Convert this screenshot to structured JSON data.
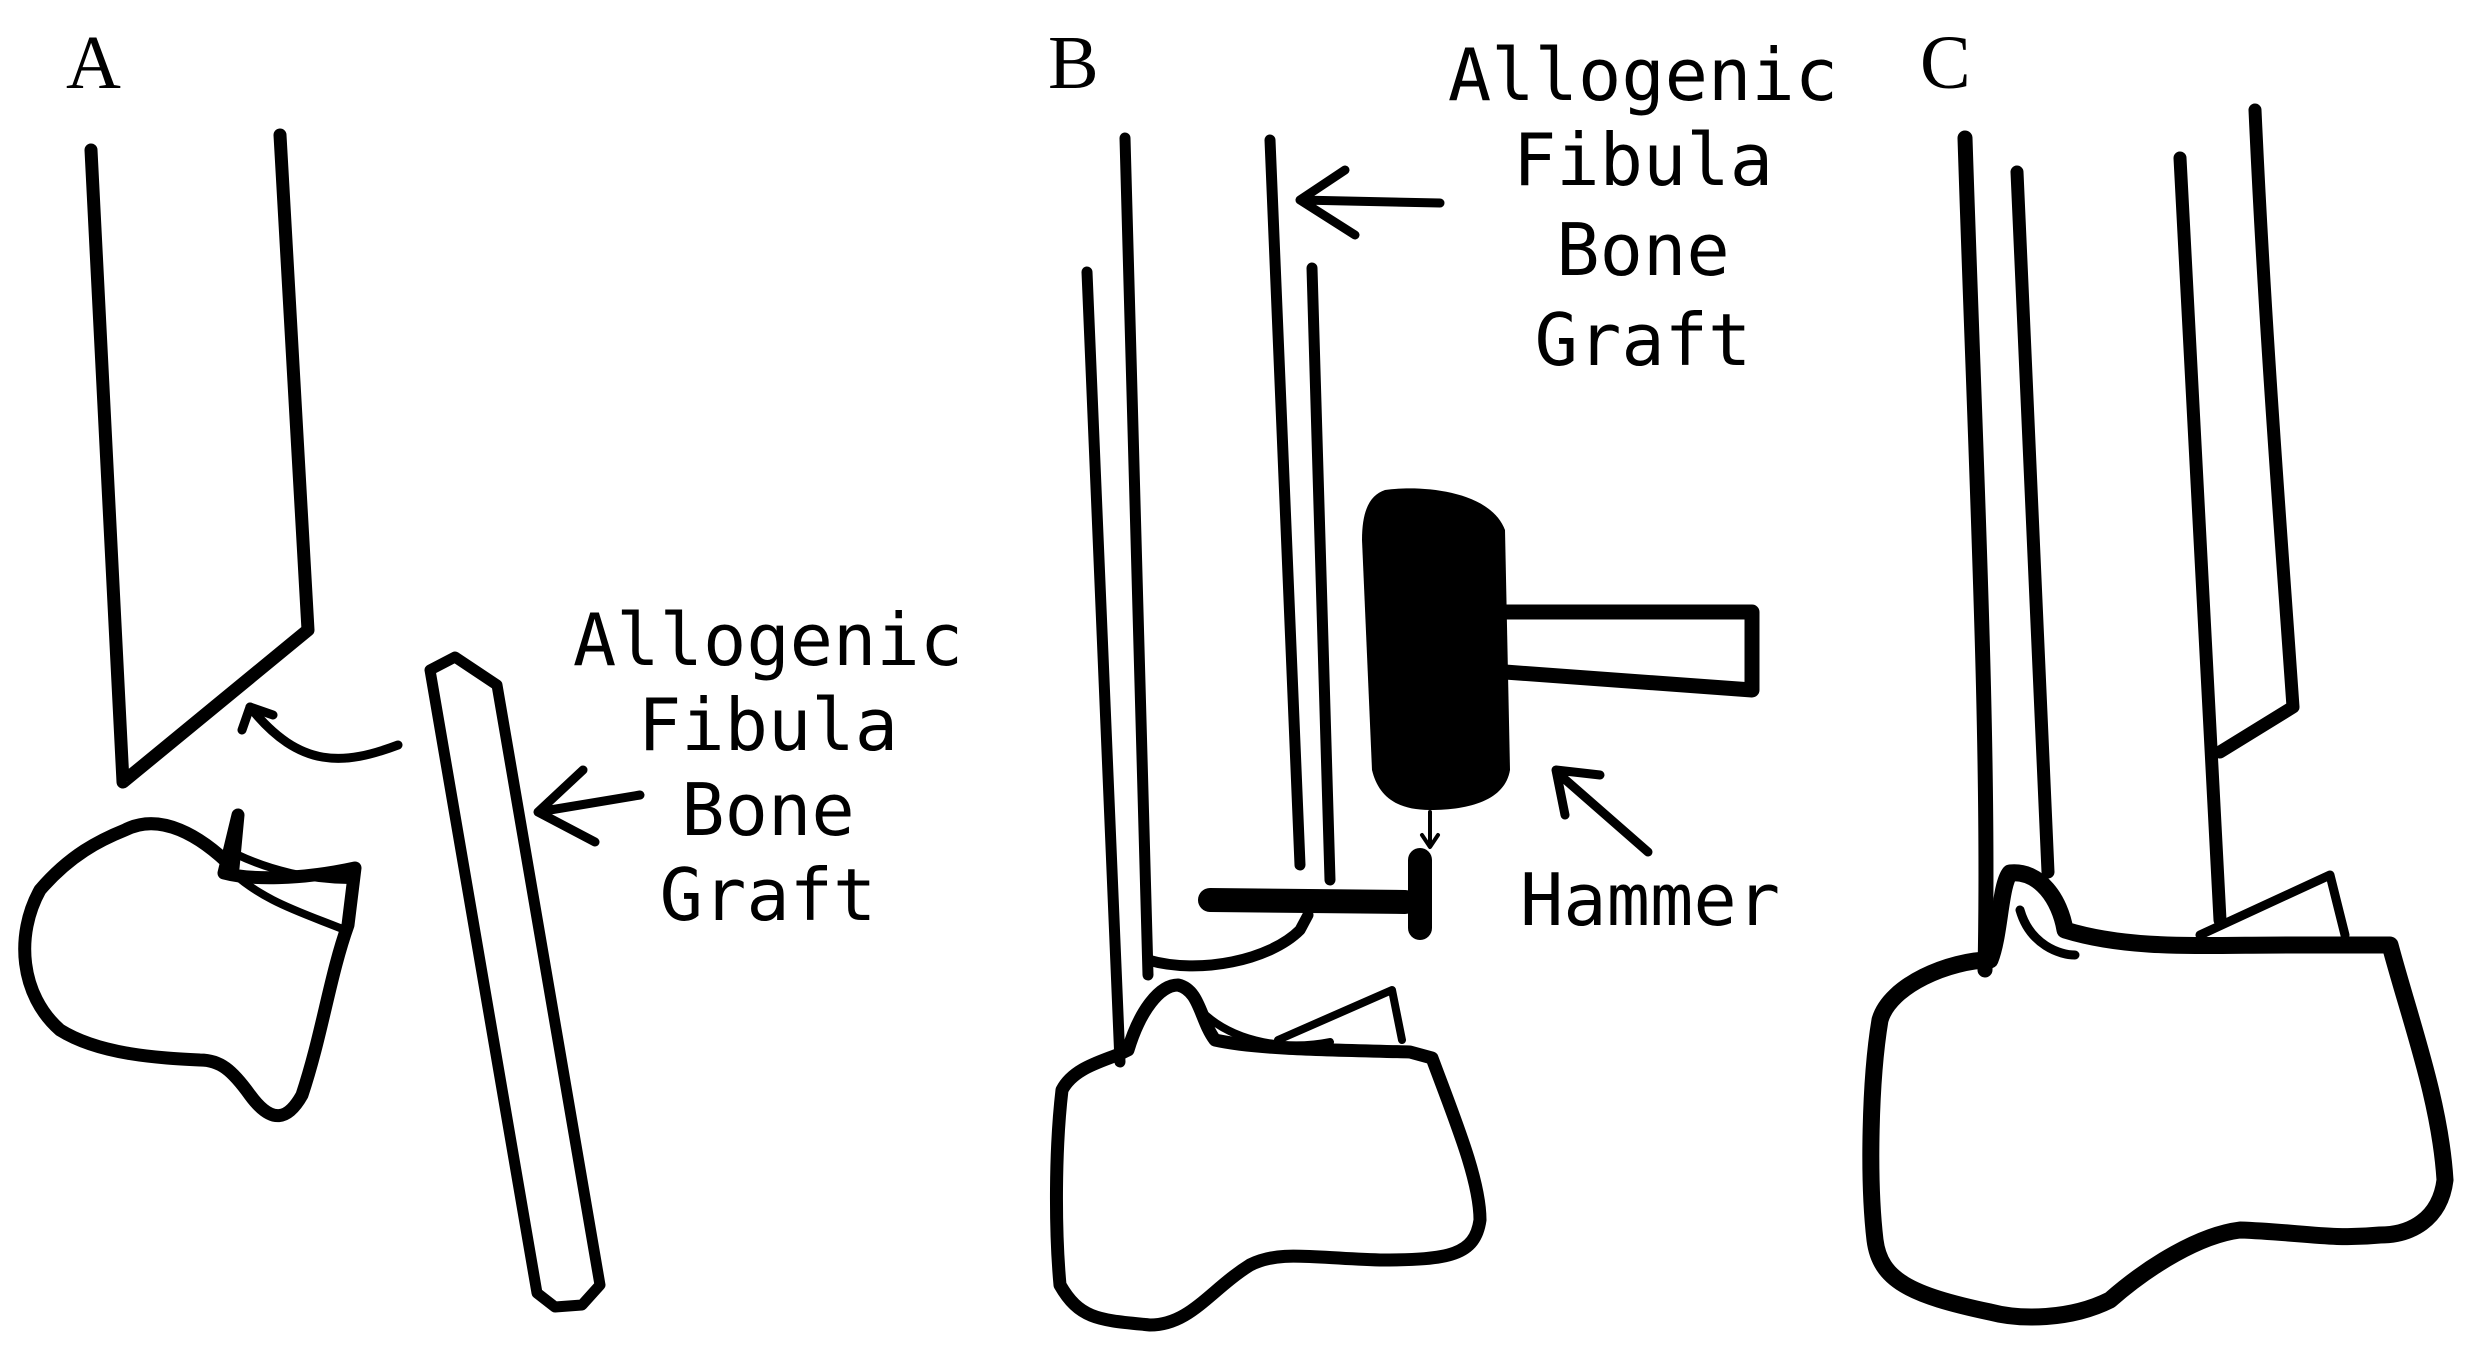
{
  "figure": {
    "panels": [
      {
        "id": "A",
        "label": "A",
        "callout_lines": [
          "Allogenic",
          "Fibula",
          "Bone",
          "Graft"
        ]
      },
      {
        "id": "B",
        "label": "B",
        "callout_lines": [
          "Allogenic",
          "Fibula",
          "Bone",
          "Graft"
        ],
        "tool_label": "Hammer"
      },
      {
        "id": "C",
        "label": "C"
      }
    ]
  },
  "colors": {
    "ink": "#000000",
    "background": "#ffffff"
  }
}
